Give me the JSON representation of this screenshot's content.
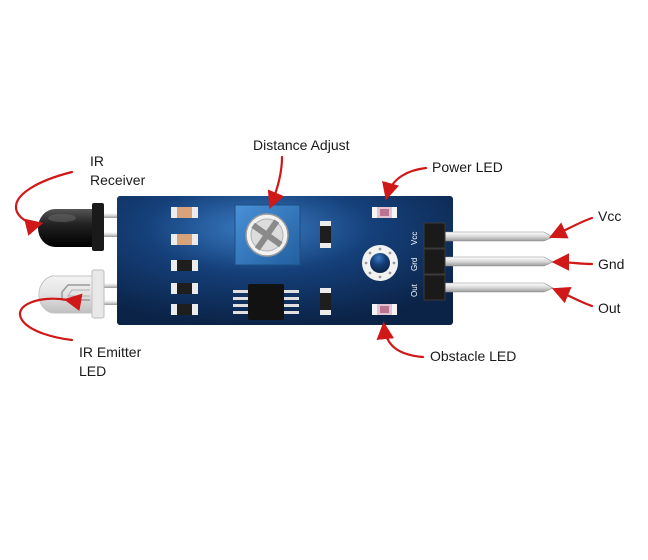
{
  "labels": {
    "ir_receiver": [
      "IR",
      "Receiver"
    ],
    "ir_emitter": [
      "IR Emitter",
      "LED"
    ],
    "distance_adjust": "Distance Adjust",
    "power_led": "Power LED",
    "obstacle_led": "Obstacle LED",
    "vcc": "Vcc",
    "gnd": "Gnd",
    "out": "Out"
  },
  "board_pins": {
    "vcc": "Vcc",
    "gnd": "Grd",
    "out": "Out"
  },
  "colors": {
    "board": "#0d2c55",
    "board_glow": "#2e6bb0",
    "arrow": "#d01818",
    "potentiometer": "#2f78c5",
    "pin_header": "#1c1c1c",
    "pin_metal": "#e4e4e4"
  }
}
